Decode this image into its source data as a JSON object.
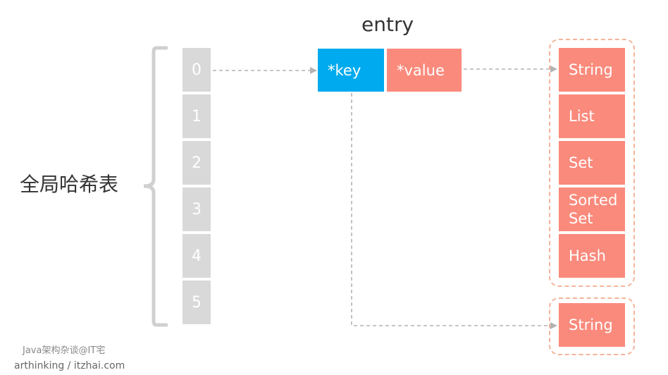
{
  "hashtable_label": "全局哈希表",
  "buckets": [
    "0",
    "1",
    "2",
    "3",
    "4",
    "5"
  ],
  "entry_title": "entry",
  "entry": {
    "key_label": "*key",
    "value_label": "*value"
  },
  "value_types": [
    "String",
    "List",
    "Set",
    "Sorted Set",
    "Hash"
  ],
  "key_type": "String",
  "watermark": {
    "line1": "Java架构杂谈@IT宅",
    "line2": "arthinking / itzhai.com"
  },
  "colors": {
    "bucket": "#d9d9d9",
    "key": "#00aaee",
    "value": "#fa8a7c",
    "group_border": "#f5b49a",
    "connector": "#b3b3b3"
  }
}
